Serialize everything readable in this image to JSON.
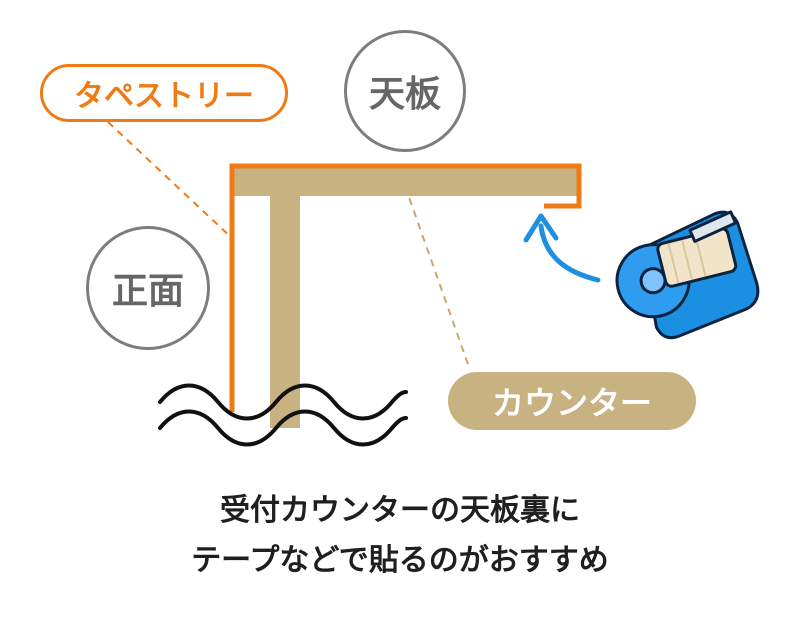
{
  "labels": {
    "tapestry": "タペストリー",
    "top_board": "天板",
    "front": "正面",
    "counter": "カウンター"
  },
  "caption": {
    "line1": "受付カウンターの天板裏に",
    "line2": "テープなどで貼るのがおすすめ"
  },
  "icons": {
    "tape": "tape-dispenser-icon",
    "arrow": "curved-arrow-icon",
    "wave": "wave-break-icon"
  },
  "colors": {
    "accent_orange": "#f07a14",
    "counter_tan": "#c9b281",
    "circle_gray": "#7d7d7d",
    "tape_blue": "#1f8fe0",
    "text_dark": "#1f1f1f"
  }
}
